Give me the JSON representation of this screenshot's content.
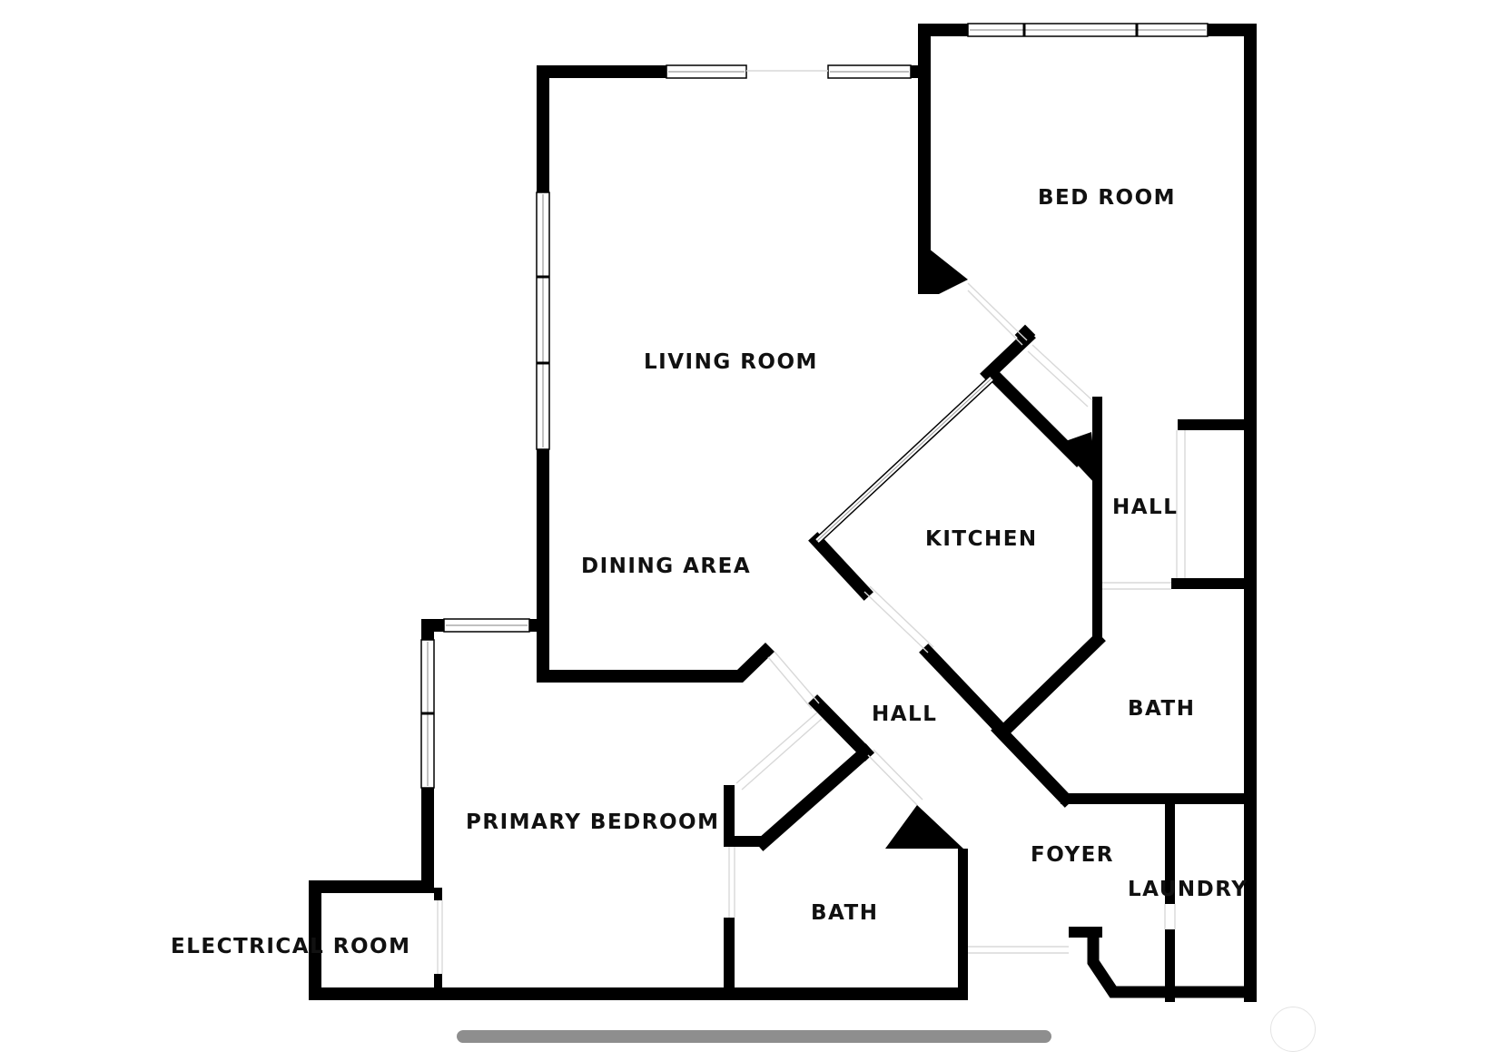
{
  "rooms": {
    "bed_room": "BED ROOM",
    "living_room": "LIVING ROOM",
    "dining_area": "DINING AREA",
    "kitchen": "KITCHEN",
    "hall_upper": "HALL",
    "hall_lower": "HALL",
    "bath_right": "BATH",
    "bath_lower": "BATH",
    "primary_bedroom": "PRIMARY BEDROOM",
    "foyer": "FOYER",
    "laundry": "LAUNDRY",
    "electrical_room": "ELECTRICAL ROOM"
  },
  "colors": {
    "wall": "#000000",
    "background": "#ffffff",
    "scrollbar": "#8e8e8e"
  },
  "icons": {
    "scrollbar": "horizontal-scrollbar",
    "corner": "circle-button-icon"
  }
}
